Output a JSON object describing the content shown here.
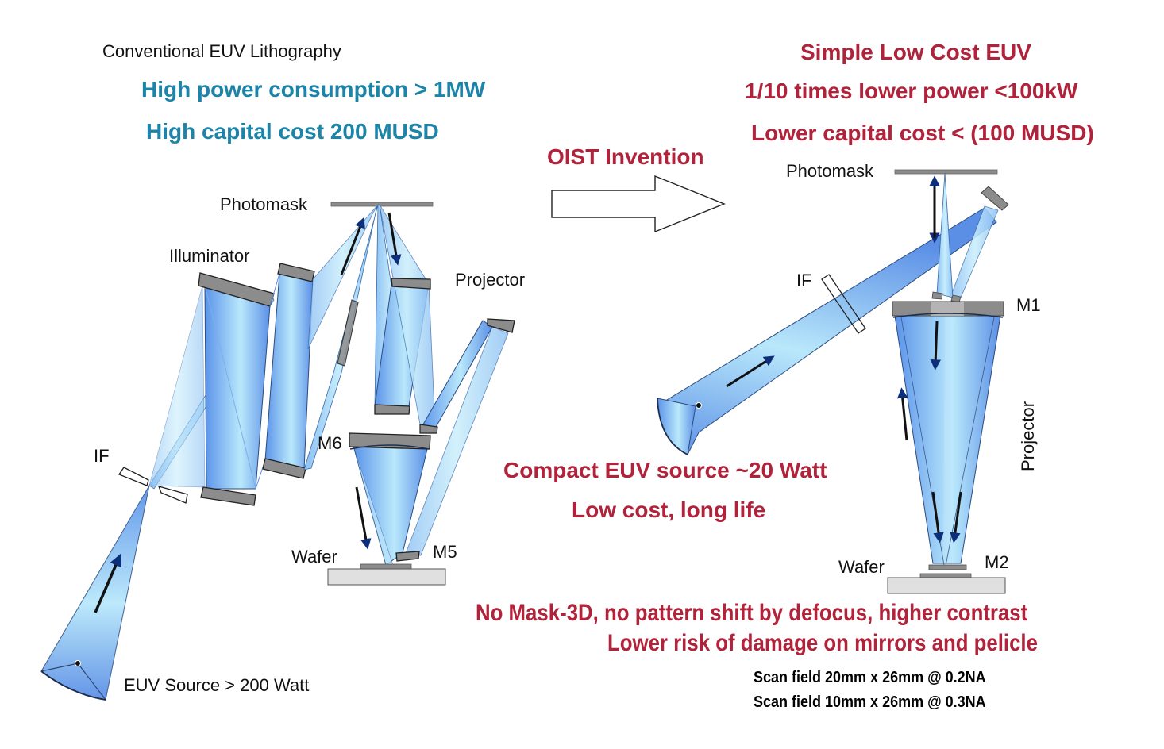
{
  "left": {
    "title": "Conventional EUV Lithography",
    "points": [
      "High power consumption  > 1MW",
      "High capital cost  200 MUSD"
    ],
    "labels": {
      "photomask": "Photomask",
      "illuminator": "Illuminator",
      "projector": "Projector",
      "if": "IF",
      "m6": "M6",
      "m5": "M5",
      "wafer": "Wafer",
      "source": "EUV Source > 200 Watt"
    }
  },
  "transition": {
    "label": "OIST Invention"
  },
  "right": {
    "title": "Simple Low Cost EUV",
    "points": [
      "1/10 times lower power <100kW",
      "Lower capital cost < (100 MUSD)"
    ],
    "labels": {
      "photomask": "Photomask",
      "if": "IF",
      "m1": "M1",
      "m2": "M2",
      "projector": "Projector",
      "wafer": "Wafer"
    },
    "source_points": [
      "Compact EUV source ~20 Watt",
      "Low cost, long life"
    ],
    "benefits": [
      "No Mask-3D, no pattern shift by defocus, higher contrast",
      "Lower risk of damage on mirrors and pelicle"
    ],
    "scan_fields": [
      "Scan field 20mm x 26mm @ 0.2NA",
      "Scan field 10mm x 26mm @ 0.3NA"
    ]
  },
  "colors": {
    "heading_blue": "#1b84a8",
    "heading_red": "#b0233a",
    "beam": "#6fa8f0",
    "mirror": "#8c8c8c",
    "arrow": "#0d2f7a"
  }
}
